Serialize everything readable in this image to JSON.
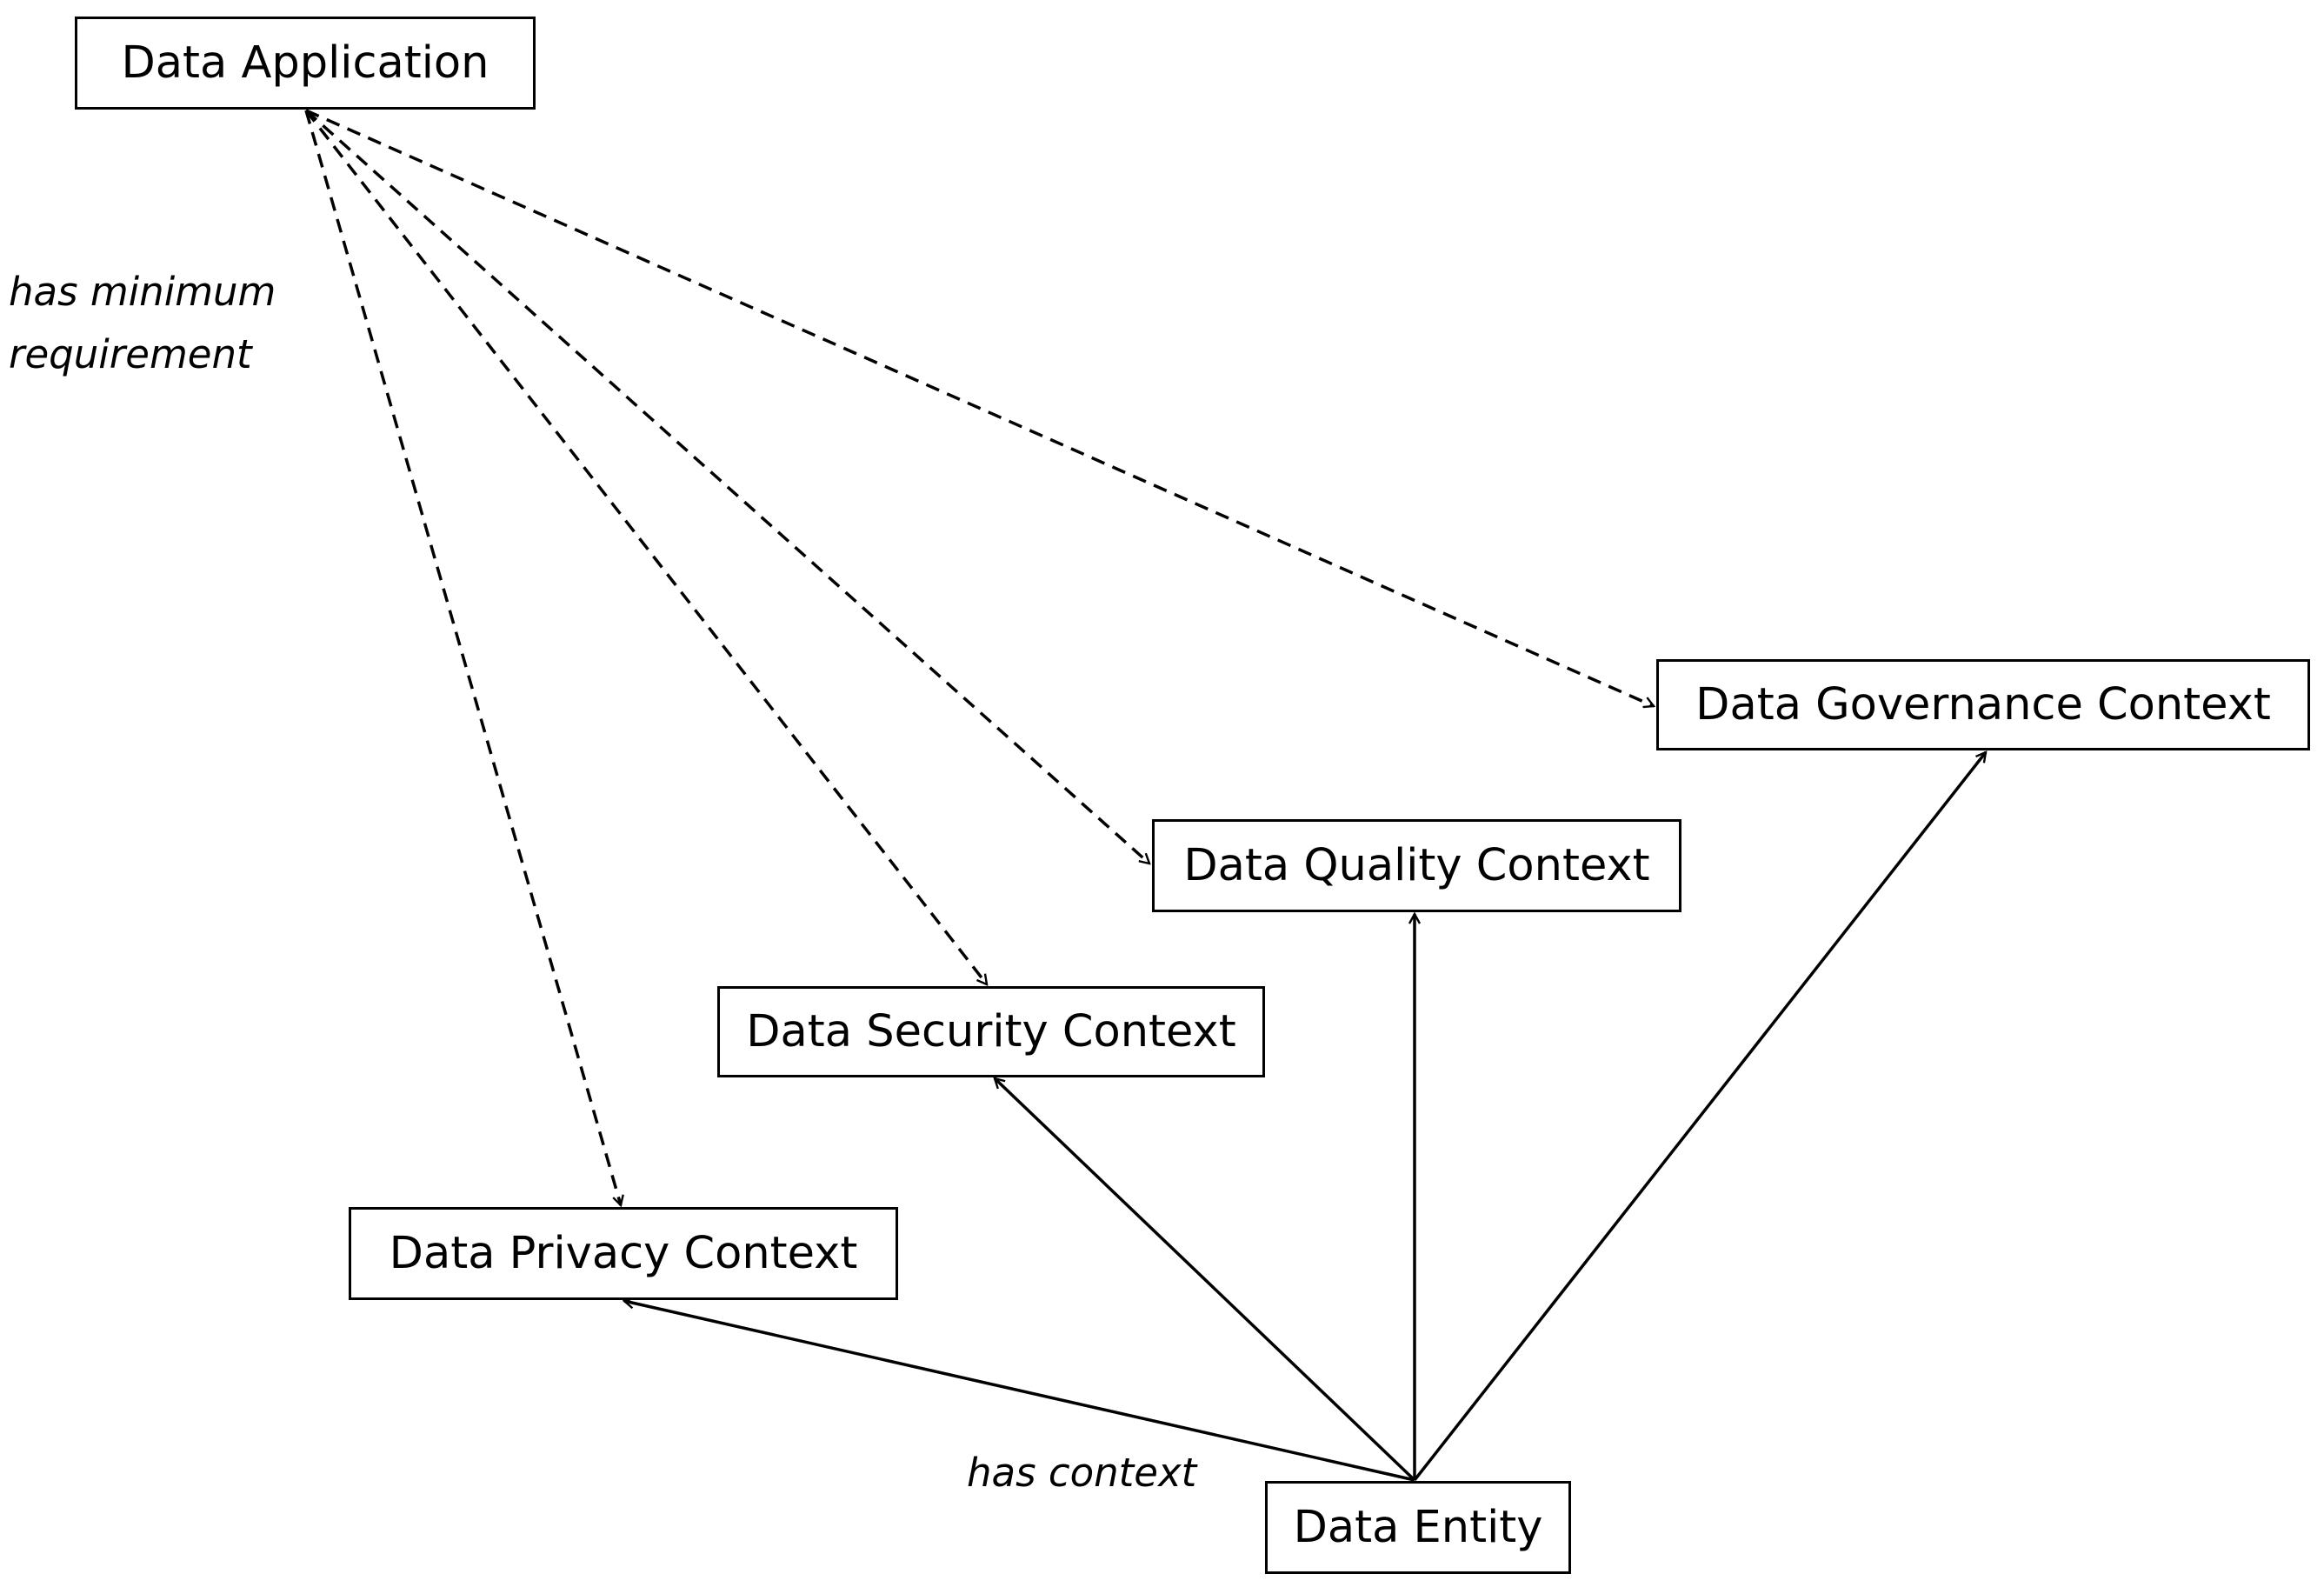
{
  "nodes": {
    "data_application": "Data Application",
    "data_governance_context": "Data Governance Context",
    "data_quality_context": "Data Quality Context",
    "data_security_context": "Data Security Context",
    "data_privacy_context": "Data Privacy Context",
    "data_entity": "Data Entity"
  },
  "labels": {
    "has_minimum_requirement_line1": "has minimum",
    "has_minimum_requirement_line2": "requirement",
    "has_context": "has context"
  },
  "edges": [
    {
      "from": "data_application",
      "to": "data_governance_context",
      "style": "dashed"
    },
    {
      "from": "data_application",
      "to": "data_quality_context",
      "style": "dashed"
    },
    {
      "from": "data_application",
      "to": "data_security_context",
      "style": "dashed"
    },
    {
      "from": "data_application",
      "to": "data_privacy_context",
      "style": "dashed"
    },
    {
      "from": "data_entity",
      "to": "data_privacy_context",
      "style": "solid"
    },
    {
      "from": "data_entity",
      "to": "data_security_context",
      "style": "solid"
    },
    {
      "from": "data_entity",
      "to": "data_quality_context",
      "style": "solid"
    },
    {
      "from": "data_entity",
      "to": "data_governance_context",
      "style": "solid"
    }
  ],
  "colors": {
    "line": "#000000",
    "box_border": "#000000",
    "background": "#ffffff"
  }
}
